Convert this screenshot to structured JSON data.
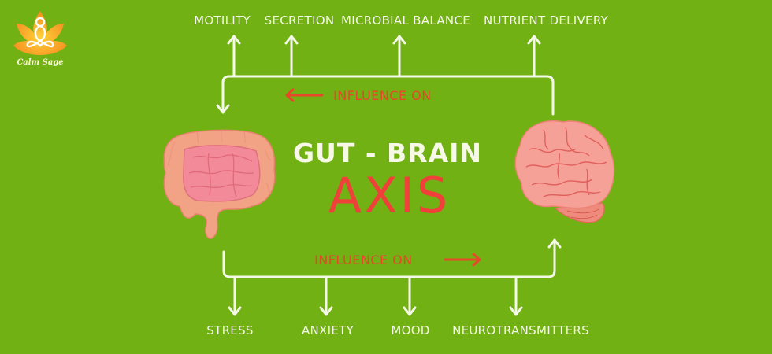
{
  "brand": {
    "name": "Calm Sage",
    "logo_icon": "lotus-meditation-icon",
    "logo_color": "#f5a623"
  },
  "title": {
    "line1": "GUT - BRAIN",
    "line2": "AXIS"
  },
  "top_influence": {
    "label": "INFLUENCE ON",
    "direction": "brain-to-gut",
    "arrow_icon": "arrow-left-icon"
  },
  "bottom_influence": {
    "label": "INFLUENCE ON",
    "direction": "gut-to-brain",
    "arrow_icon": "arrow-right-icon"
  },
  "top_outputs": [
    {
      "label": "MOTILITY"
    },
    {
      "label": "SECRETION"
    },
    {
      "label": "MICROBIAL BALANCE"
    },
    {
      "label": "NUTRIENT DELIVERY"
    }
  ],
  "bottom_outputs": [
    {
      "label": "STRESS"
    },
    {
      "label": "ANXIETY"
    },
    {
      "label": "MOOD"
    },
    {
      "label": "NEUROTRANSMITTERS"
    }
  ],
  "illustrations": {
    "left": "intestine-icon",
    "right": "brain-icon"
  },
  "colors": {
    "background": "#72b114",
    "line": "#f4f8e6",
    "accent_red": "#e8472a",
    "title_red": "#f0403a",
    "organ_pink": "#f39a8e"
  }
}
